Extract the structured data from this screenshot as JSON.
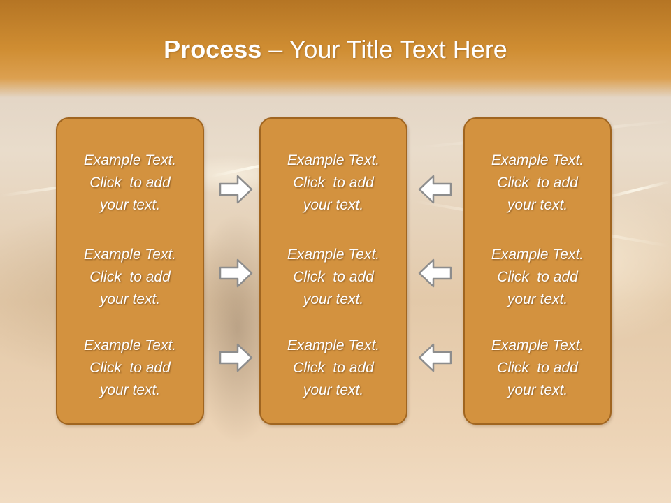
{
  "slide": {
    "title_bold": "Process",
    "title_rest": " – Your Title Text Here"
  },
  "columns": [
    {
      "blocks": [
        {
          "line1": "Example Text.",
          "line2": "Click  to add",
          "line3": "your text."
        },
        {
          "line1": "Example Text.",
          "line2": "Click  to add",
          "line3": "your text."
        },
        {
          "line1": "Example Text.",
          "line2": "Click  to add",
          "line3": "your text."
        }
      ]
    },
    {
      "blocks": [
        {
          "line1": "Example Text.",
          "line2": "Click  to add",
          "line3": "your text."
        },
        {
          "line1": "Example Text.",
          "line2": "Click  to add",
          "line3": "your text."
        },
        {
          "line1": "Example Text.",
          "line2": "Click  to add",
          "line3": "your text."
        }
      ]
    },
    {
      "blocks": [
        {
          "line1": "Example Text.",
          "line2": "Click  to add",
          "line3": "your text."
        },
        {
          "line1": "Example Text.",
          "line2": "Click  to add",
          "line3": "your text."
        },
        {
          "line1": "Example Text.",
          "line2": "Click  to add",
          "line3": "your text."
        }
      ]
    }
  ],
  "arrows": {
    "left_group": [
      "right-arrow-icon",
      "right-arrow-icon",
      "right-arrow-icon"
    ],
    "right_group": [
      "left-arrow-icon",
      "left-arrow-icon",
      "left-arrow-icon"
    ]
  },
  "colors": {
    "header": "#cf8d32",
    "panel_fill": "#d3923f",
    "panel_border": "#a06520",
    "text": "#ffffff"
  }
}
